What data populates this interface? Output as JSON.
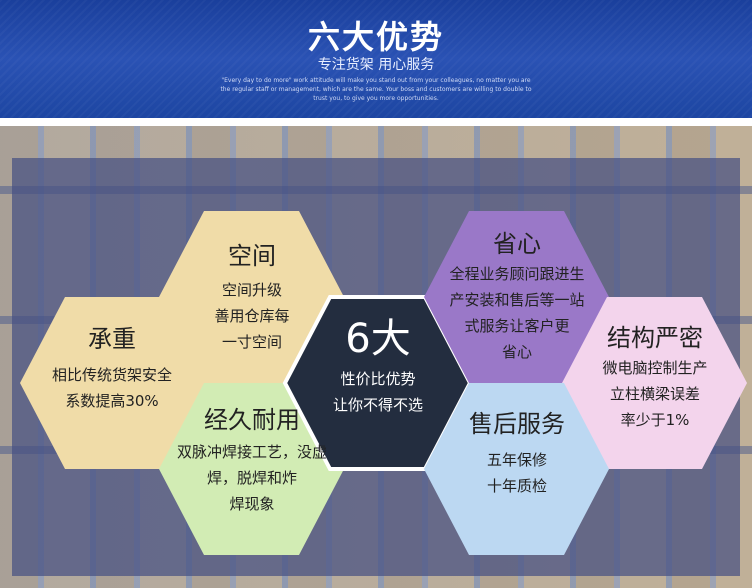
{
  "header": {
    "title": "六大优势",
    "subtitle": "专注货架 用心服务",
    "tagline": "\"Every day to do more\" work attitude will make you stand out from your colleagues, no matter you are the regular staff or management, which are the same. Your boss and customers are willing to double to trust you, to give you more opportunities."
  },
  "colors": {
    "banner": "#2a52b4",
    "space": "#f0dca8",
    "load": "#f0dca8",
    "durable": "#d2ecb4",
    "center": "#232d3f",
    "save": "#9a78c8",
    "structure": "#f3d4ec",
    "aftersale": "#bcd8f2"
  },
  "hexes": {
    "center": {
      "title": "6大",
      "lines": [
        "性价比优势",
        "让你不得不选"
      ]
    },
    "space": {
      "title": "空间",
      "lines": [
        "空间升级",
        "善用仓库每",
        "一寸空间"
      ]
    },
    "load": {
      "title": "承重",
      "lines": [
        "相比传统货架安全",
        "系数提高30%"
      ]
    },
    "durable": {
      "title": "经久耐用",
      "lines": [
        "双脉冲焊接工艺，没虚",
        "焊，脱焊和炸",
        "焊现象"
      ]
    },
    "save": {
      "title": "省心",
      "lines": [
        "全程业务顾问跟进生",
        "产安装和售后等一站",
        "式服务让客户更",
        "省心"
      ]
    },
    "structure": {
      "title": "结构严密",
      "lines": [
        "微电脑控制生产",
        "立柱横梁误差",
        "率少于1%"
      ]
    },
    "aftersale": {
      "title": "售后服务",
      "lines": [
        "五年保修",
        "十年质检"
      ]
    }
  }
}
